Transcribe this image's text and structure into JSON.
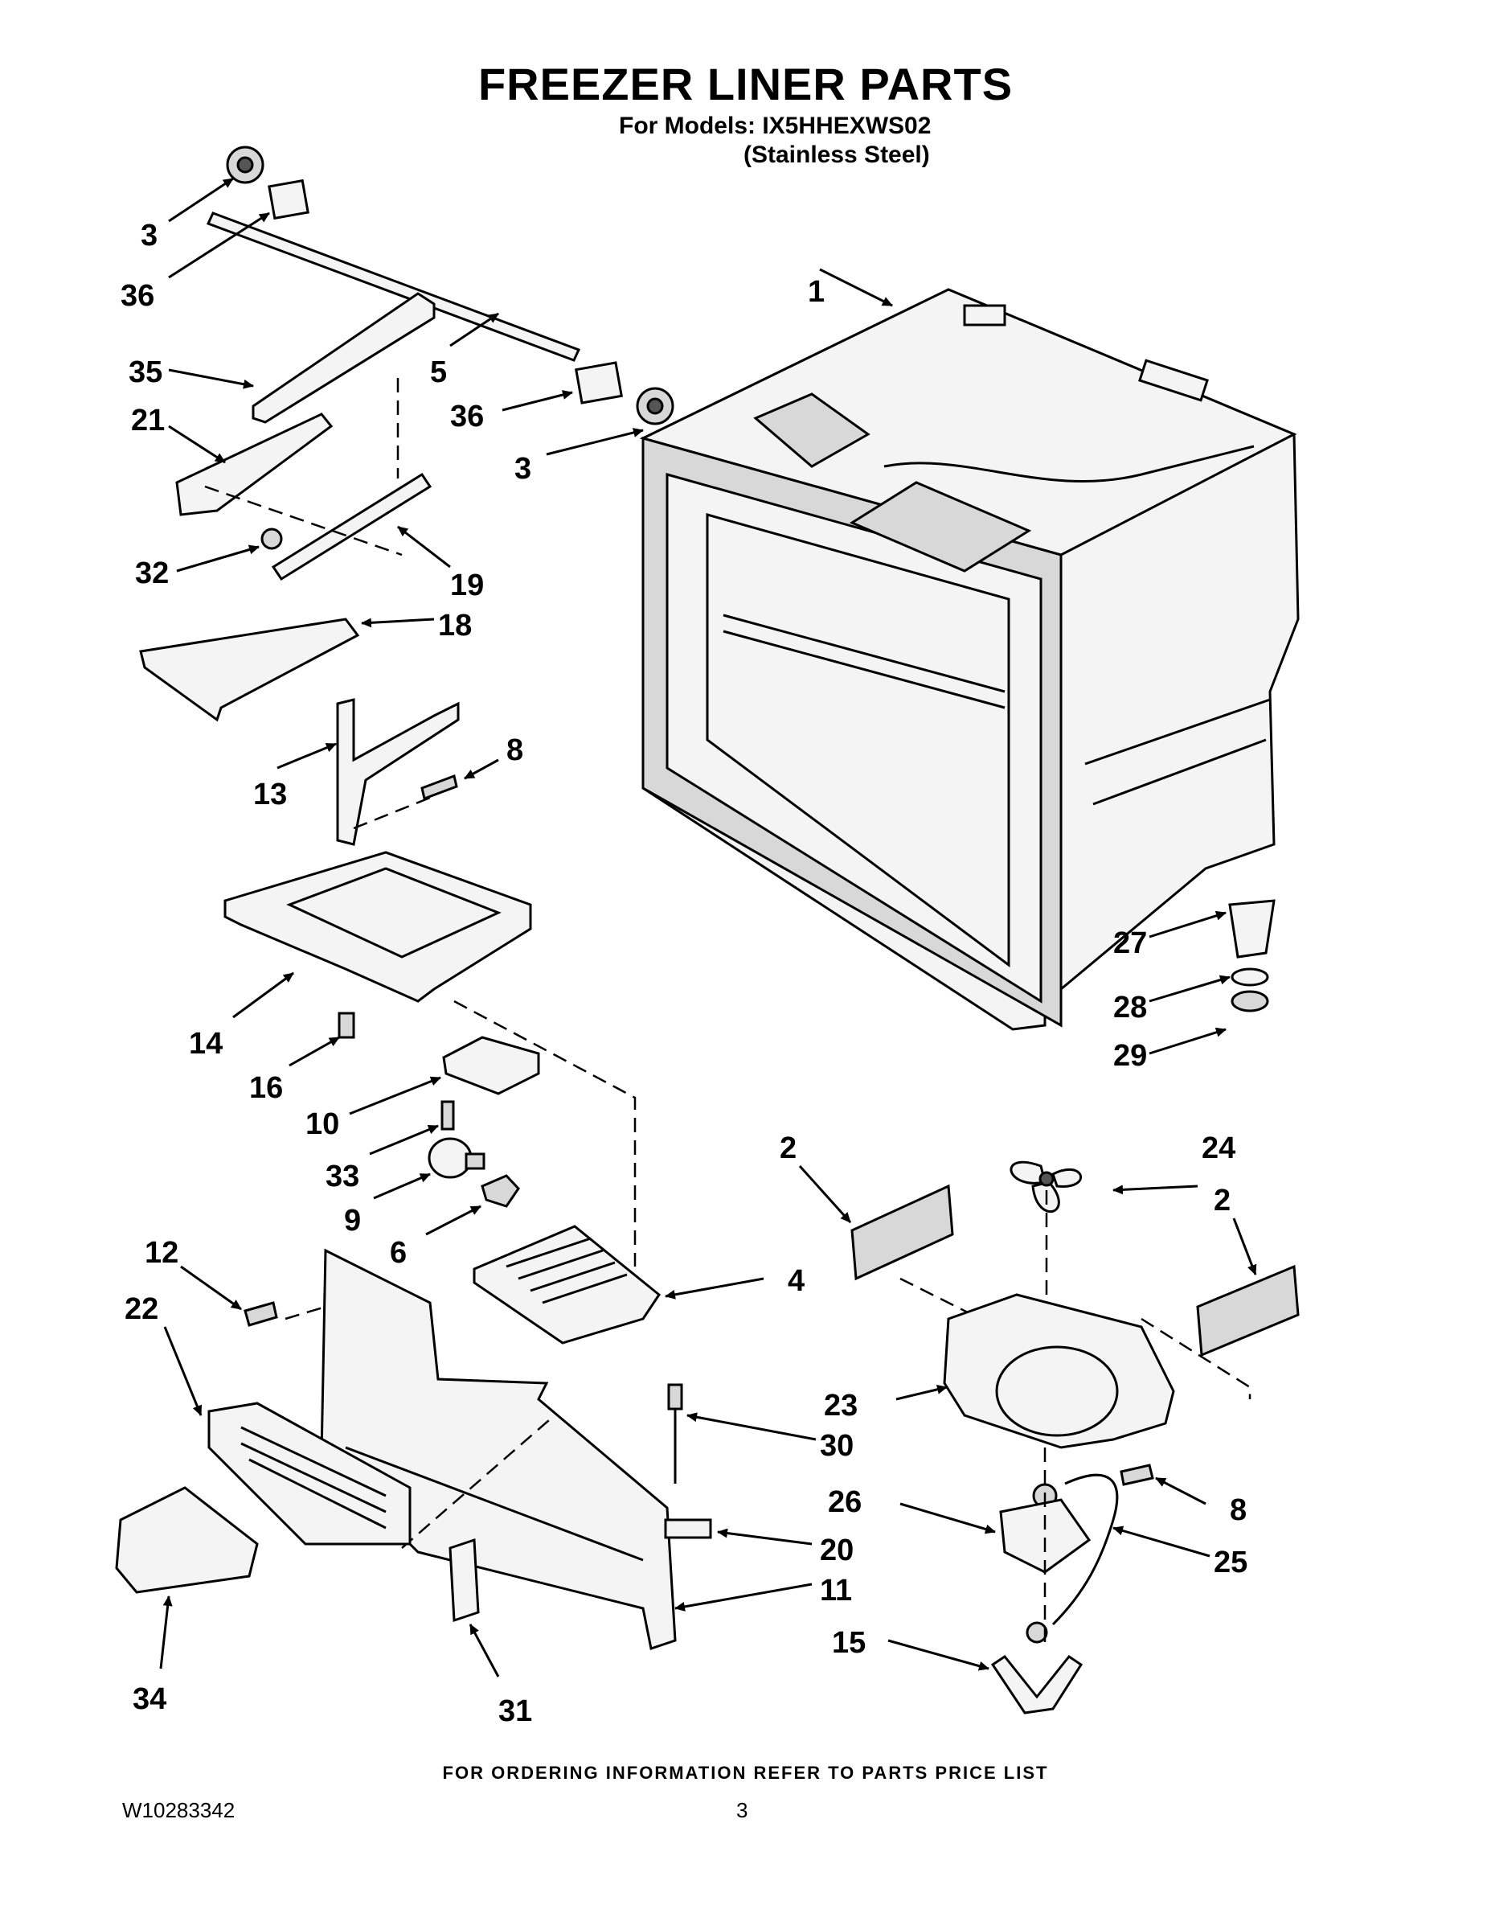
{
  "header": {
    "title": "FREEZER LINER PARTS",
    "models_line": "For Models: IX5HHEXWS02",
    "finish": "(Stainless Steel)"
  },
  "footer": {
    "ordering_note": "FOR ORDERING INFORMATION REFER TO PARTS PRICE LIST",
    "document_number": "W10283342",
    "page_number": "3"
  },
  "callouts": [
    {
      "label": "1"
    },
    {
      "label": "2"
    },
    {
      "label": "2"
    },
    {
      "label": "3"
    },
    {
      "label": "3"
    },
    {
      "label": "4"
    },
    {
      "label": "5"
    },
    {
      "label": "6"
    },
    {
      "label": "8"
    },
    {
      "label": "8"
    },
    {
      "label": "9"
    },
    {
      "label": "10"
    },
    {
      "label": "11"
    },
    {
      "label": "12"
    },
    {
      "label": "13"
    },
    {
      "label": "14"
    },
    {
      "label": "15"
    },
    {
      "label": "16"
    },
    {
      "label": "18"
    },
    {
      "label": "19"
    },
    {
      "label": "20"
    },
    {
      "label": "21"
    },
    {
      "label": "22"
    },
    {
      "label": "23"
    },
    {
      "label": "24"
    },
    {
      "label": "25"
    },
    {
      "label": "26"
    },
    {
      "label": "27"
    },
    {
      "label": "28"
    },
    {
      "label": "29"
    },
    {
      "label": "30"
    },
    {
      "label": "31"
    },
    {
      "label": "32"
    },
    {
      "label": "33"
    },
    {
      "label": "34"
    },
    {
      "label": "35"
    },
    {
      "label": "36"
    },
    {
      "label": "36"
    }
  ]
}
